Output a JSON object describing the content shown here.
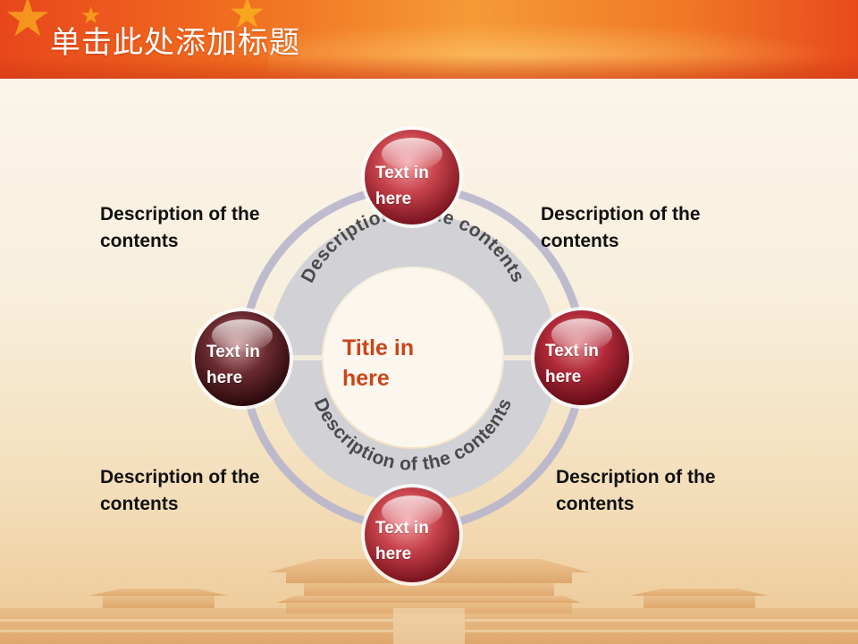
{
  "slide": {
    "title": "单击此处添加标题"
  },
  "diagram": {
    "center_title": "Title in here",
    "ring_text_top": "Description of the contents",
    "ring_text_bottom": "Description of the contents",
    "nodes": [
      {
        "label": "Text in here",
        "color": "#b8343f"
      },
      {
        "label": "Text in here",
        "color": "#a8283a"
      },
      {
        "label": "Text in here",
        "color": "#b8343f"
      },
      {
        "label": "Text in here",
        "color": "#5a1e22"
      }
    ],
    "descriptions": [
      {
        "text": "Description of the contents"
      },
      {
        "text": "Description of the contents"
      },
      {
        "text": "Description of the contents"
      },
      {
        "text": "Description of the contents"
      }
    ]
  },
  "colors": {
    "banner": "#f06a1e",
    "accent_title": "#c8461c",
    "ring": "#cfcfd6",
    "outer_ring": "#b4b3cc"
  }
}
